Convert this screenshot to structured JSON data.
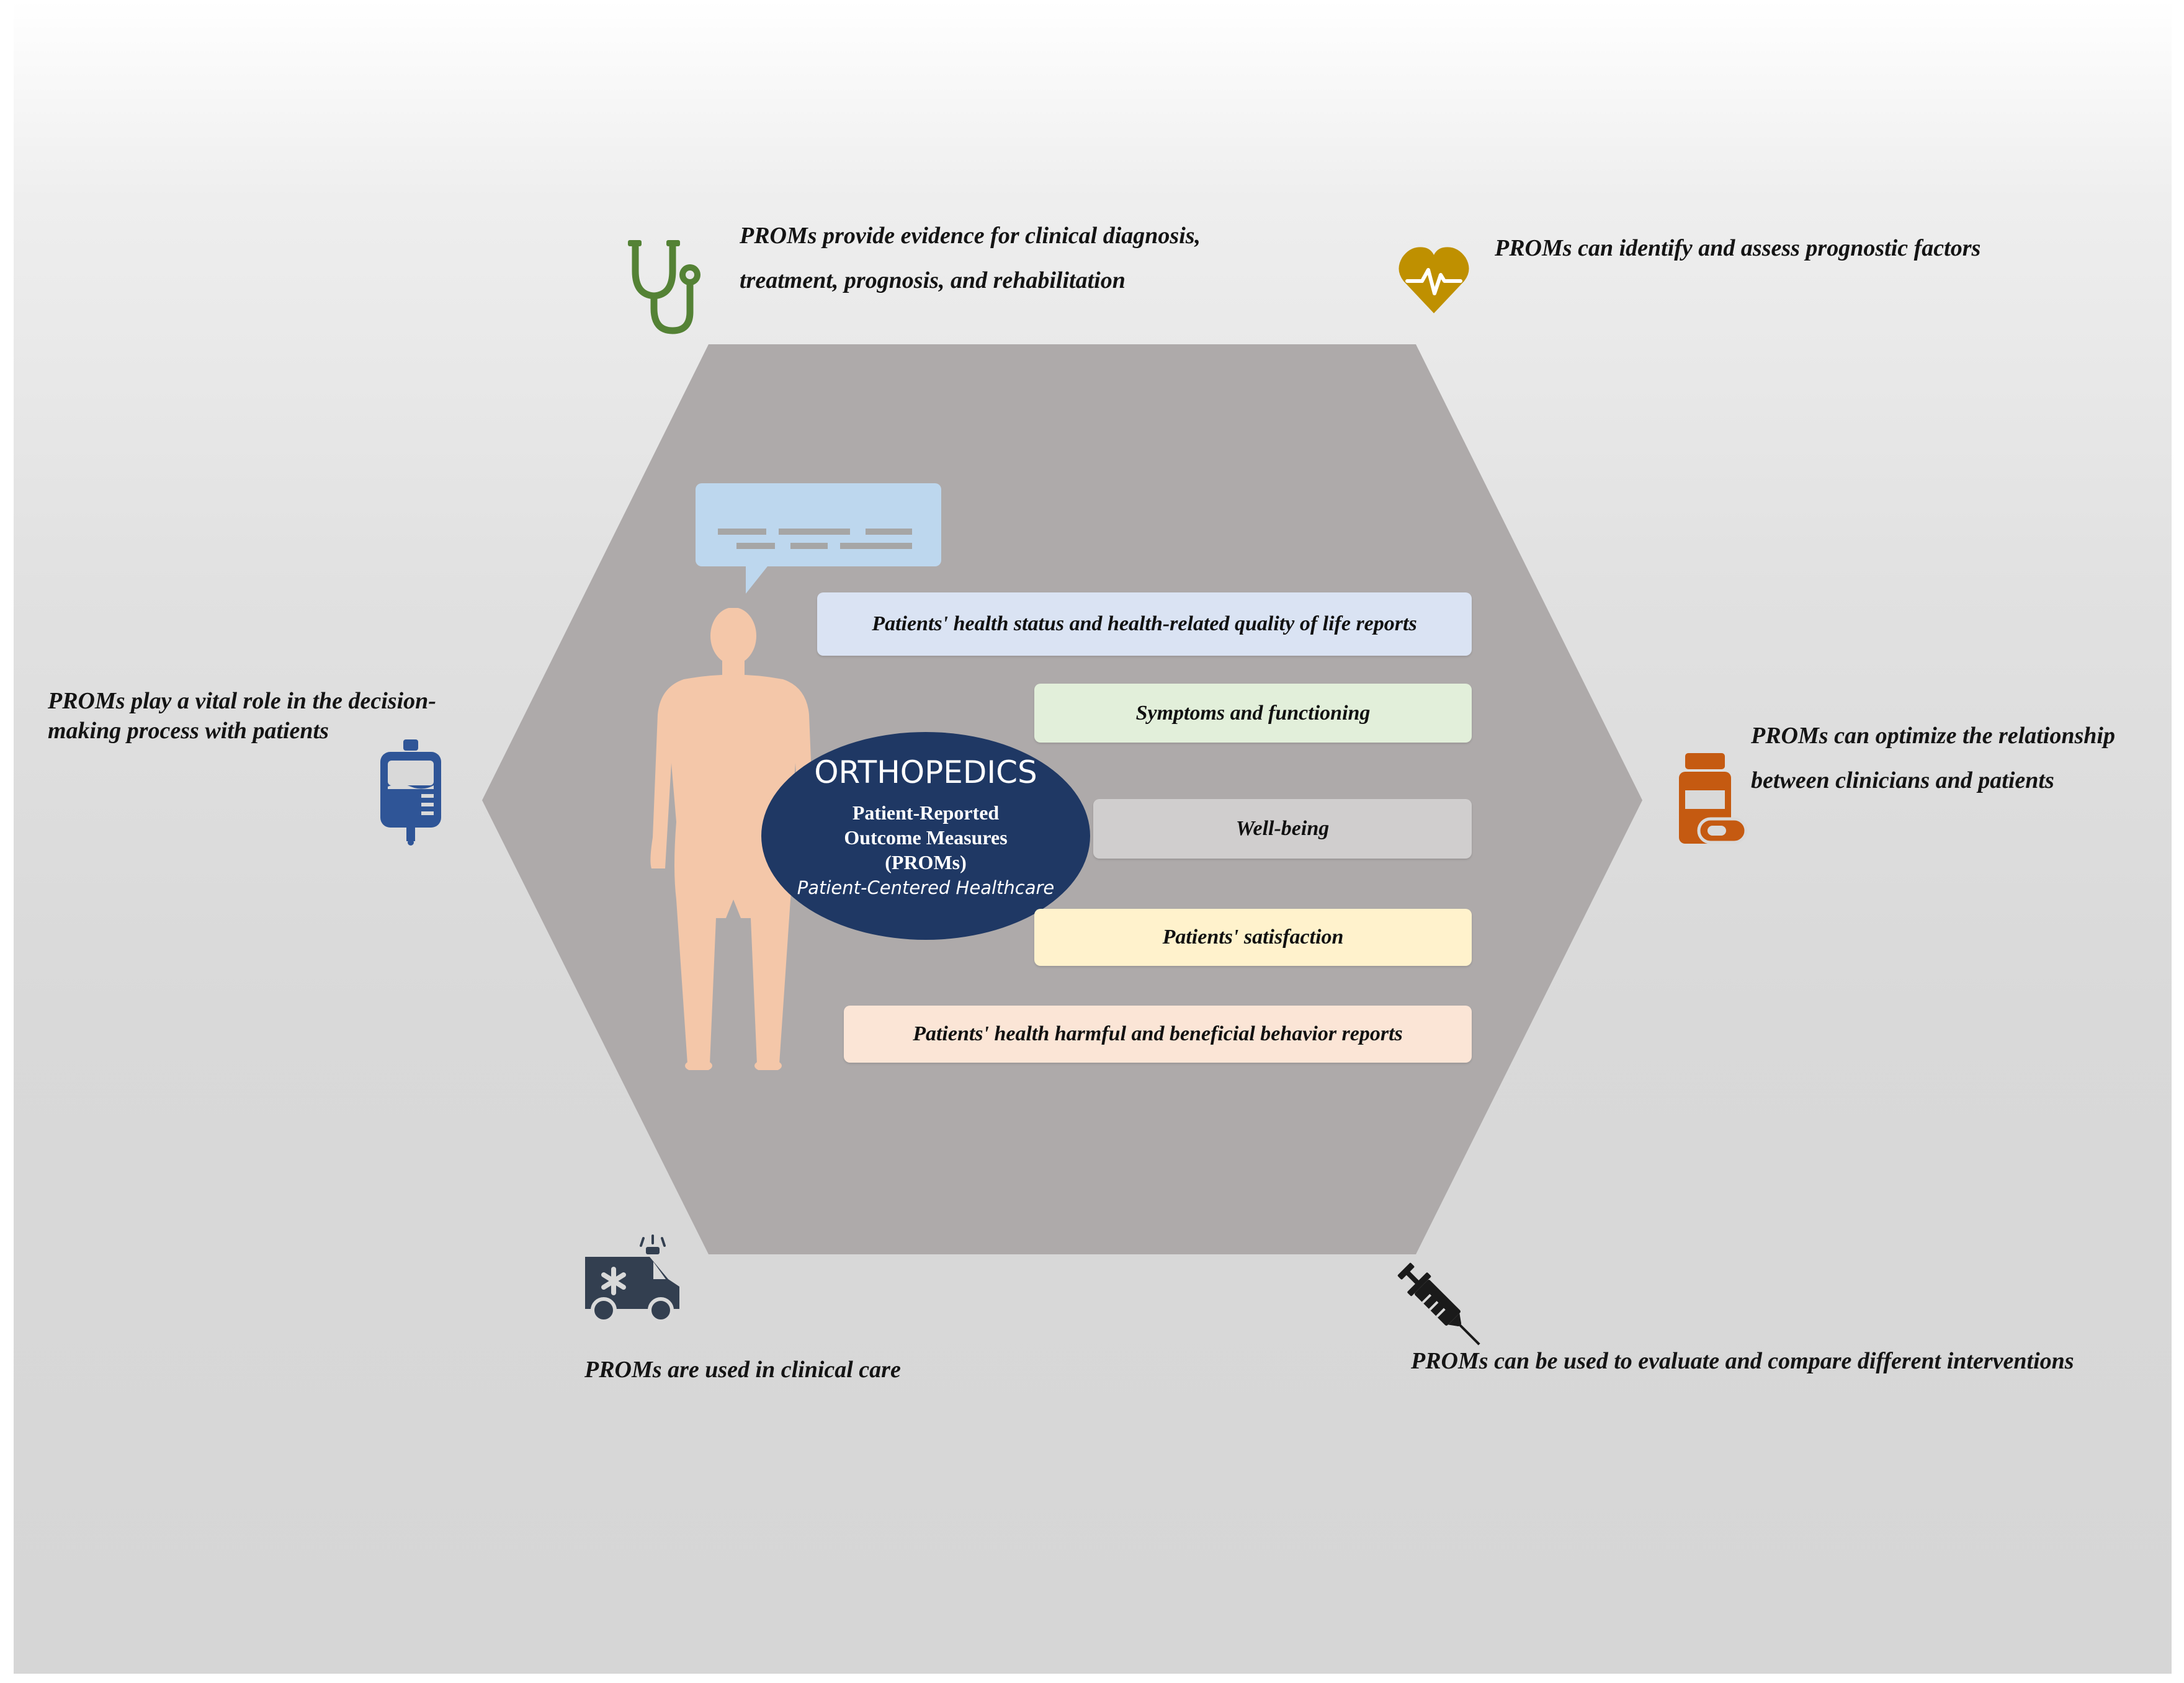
{
  "center": {
    "title": "ORTHOPEDICS",
    "line1": "Patient-Reported",
    "line2": "Outcome Measures",
    "line3": "(PROMs)",
    "subtitle": "Patient-Centered Healthcare"
  },
  "reports": [
    {
      "label": "Patients' health status and health-related quality of life reports",
      "color": "#dae3f3"
    },
    {
      "label": "Symptoms and functioning",
      "color": "#e2efda"
    },
    {
      "label": "Well-being",
      "color": "#d0cece"
    },
    {
      "label": "Patients' satisfaction",
      "color": "#fff2cc"
    },
    {
      "label": "Patients' health harmful and beneficial behavior reports",
      "color": "#fbe5d6"
    }
  ],
  "callouts": {
    "top_left": {
      "line1": "PROMs provide evidence for clinical diagnosis,",
      "line2": "treatment, prognosis, and rehabilitation",
      "icon": "stethoscope-icon",
      "color": "#548235"
    },
    "top_right": {
      "text": "PROMs can identify and assess prognostic factors",
      "icon": "heart-pulse-icon",
      "color": "#bf9000"
    },
    "left": {
      "line1": "PROMs play a vital role in the decision-",
      "line2": "making process with patients",
      "icon": "iv-bag-icon",
      "color": "#2f5597"
    },
    "right": {
      "line1": "PROMs can optimize the relationship",
      "line2": "between clinicians and patients",
      "icon": "medicine-bottle-icon",
      "color": "#c55a11"
    },
    "bottom_left": {
      "text": "PROMs are used in clinical care",
      "icon": "ambulance-icon",
      "color": "#333f50"
    },
    "bottom_right": {
      "text": "PROMs can be used to evaluate and compare different interventions",
      "icon": "syringe-icon",
      "color": "#1a1a1a"
    }
  },
  "colors": {
    "hexagon": "#aeaaaa",
    "ellipse": "#1f3864",
    "body": "#f4c7a9",
    "speech_bubble": "#bdd7ee"
  }
}
